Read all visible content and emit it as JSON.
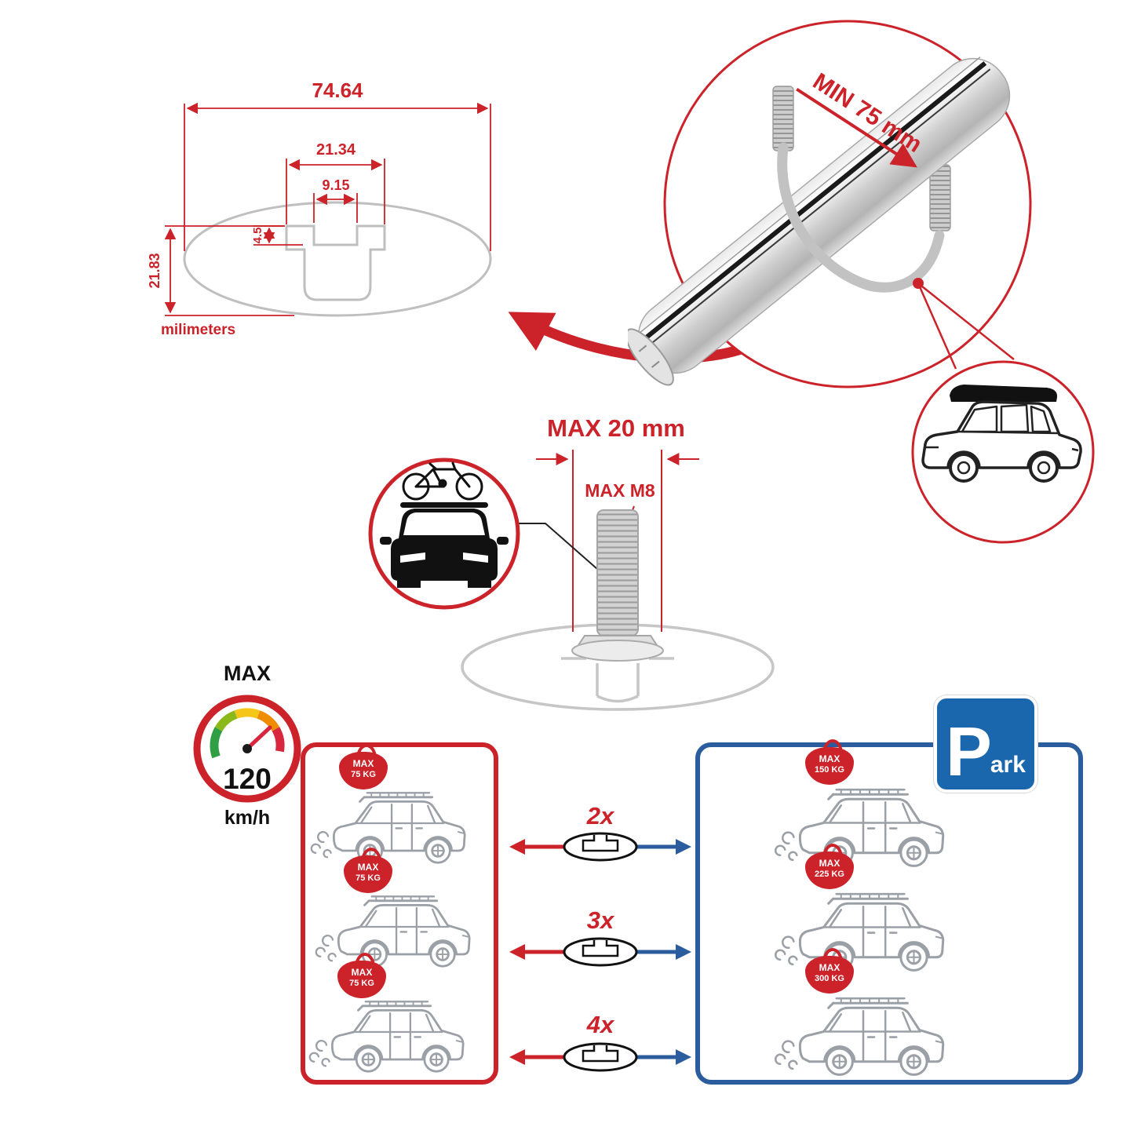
{
  "colors": {
    "accent_red": "#cc2229",
    "accent_blue": "#2a5c9e",
    "sign_blue": "#1a67ad",
    "line_gray": "#bfbfbf",
    "car_gray": "#9aa0a6"
  },
  "cross_section": {
    "total_width": "74.64",
    "channel_width": "21.34",
    "slot_width": "9.15",
    "slot_depth": "4.5",
    "total_height": "21.83",
    "units": "milimeters"
  },
  "bar_inset": {
    "min_label": "MIN 75 mm"
  },
  "bolt": {
    "max_width": "MAX 20 mm",
    "max_thread": "MAX M8"
  },
  "speed": {
    "title": "MAX",
    "value": "120",
    "unit": "km/h"
  },
  "capacity": {
    "multipliers": [
      "2x",
      "3x",
      "4x"
    ],
    "left_cars": [
      {
        "label": "MAX",
        "weight": "75 KG"
      },
      {
        "label": "MAX",
        "weight": "75 KG"
      },
      {
        "label": "MAX",
        "weight": "75 KG"
      }
    ],
    "right_cars": [
      {
        "label": "MAX",
        "weight": "150 KG"
      },
      {
        "label": "MAX",
        "weight": "225 KG"
      },
      {
        "label": "MAX",
        "weight": "300 KG"
      }
    ]
  },
  "park_sign": {
    "letter": "P",
    "suffix": "ark"
  }
}
